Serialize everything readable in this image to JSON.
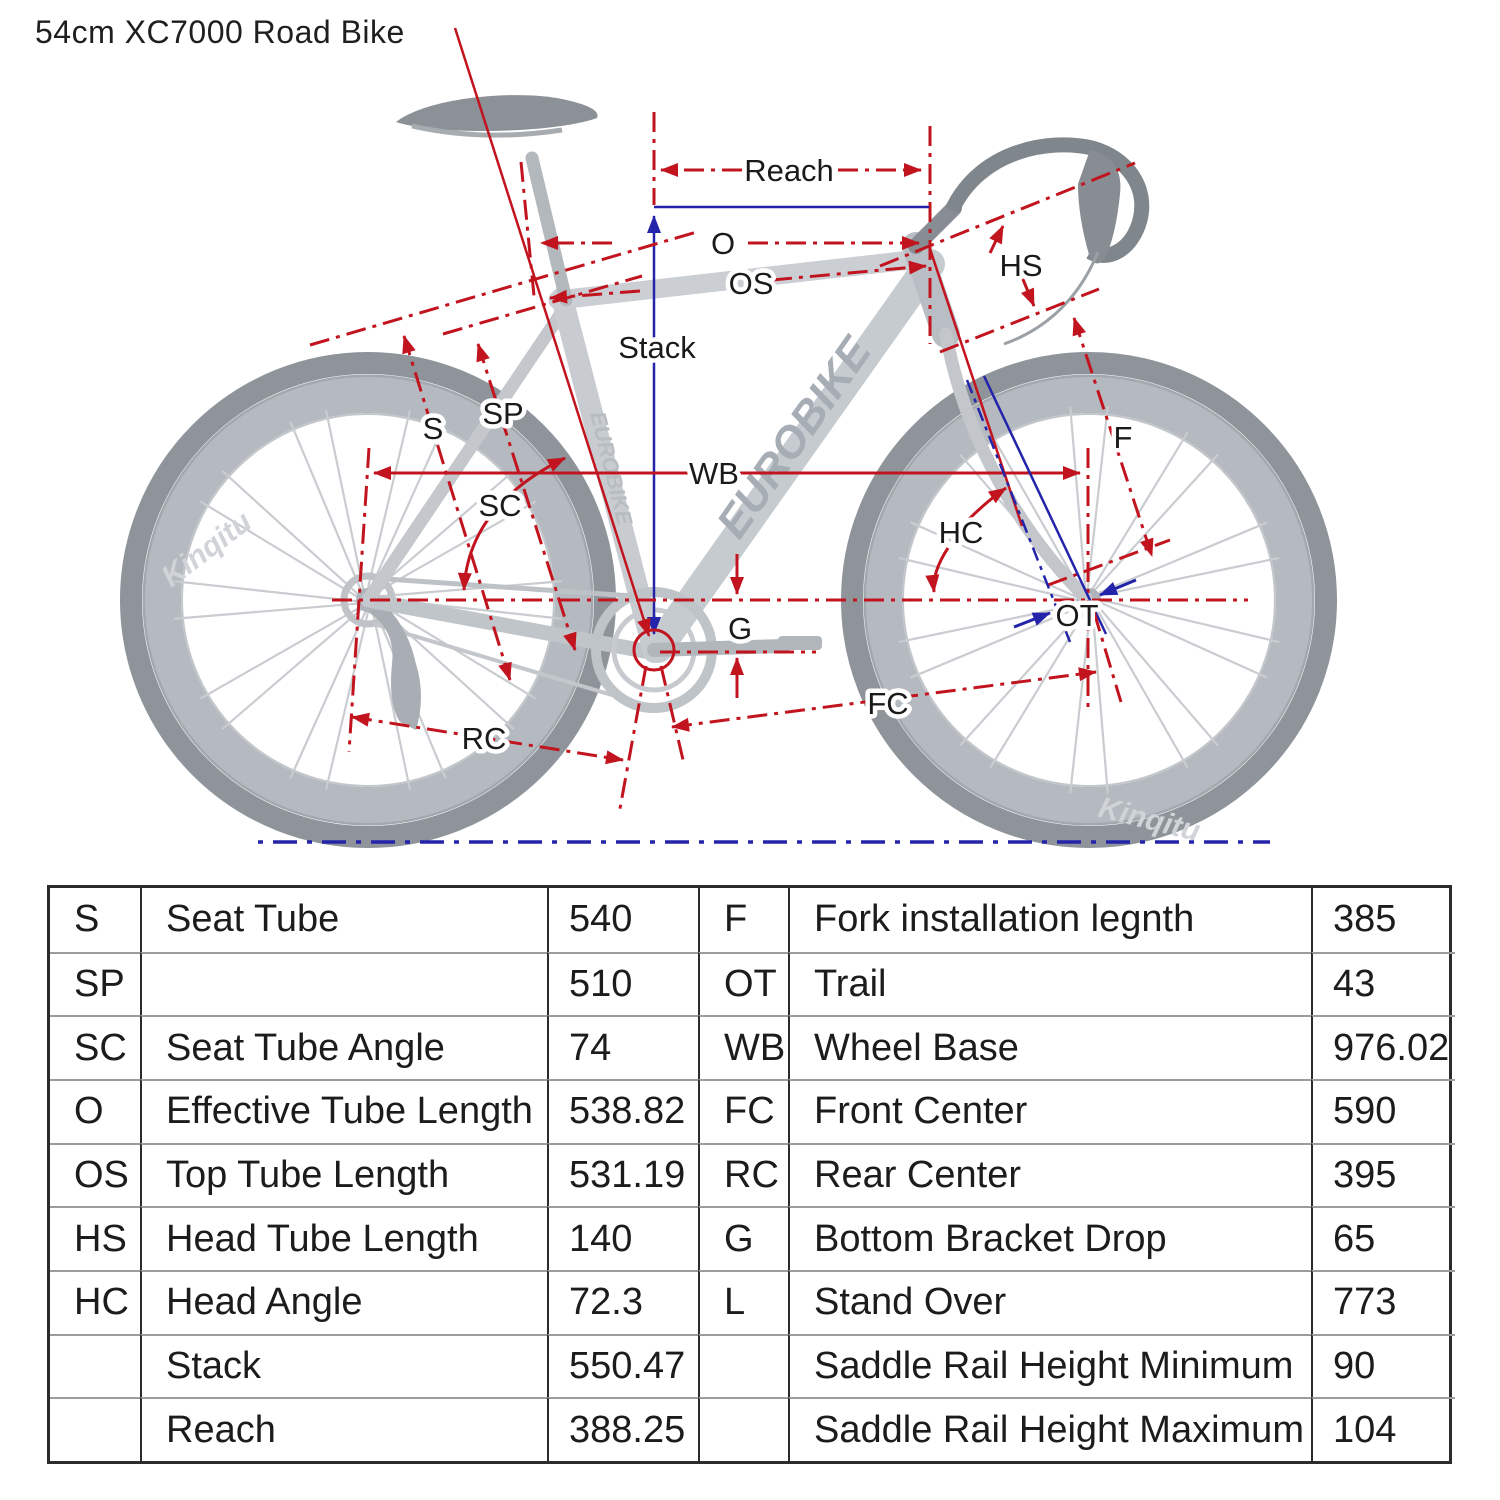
{
  "page": {
    "title": "54cm XC7000 Road Bike"
  },
  "diagram": {
    "frame_brand": "EUROBIKE",
    "rim_brand": "Kinqitu",
    "labels": {
      "reach": "Reach",
      "o": "O",
      "os": "OS",
      "stack": "Stack",
      "s": "S",
      "sp": "SP",
      "sc": "SC",
      "wb": "WB",
      "hs": "HS",
      "hc": "HC",
      "f": "F",
      "g": "G",
      "ot": "OT",
      "fc": "FC",
      "rc": "RC"
    },
    "colors": {
      "measure_red": "#c2141f",
      "measure_blue": "#2424aa",
      "label_text": "#1a1a1a"
    }
  },
  "table": {
    "left_rows": [
      {
        "key": "S",
        "desc": "Seat Tube",
        "value": "540"
      },
      {
        "key": "SP",
        "desc": "",
        "value": "510"
      },
      {
        "key": "SC",
        "desc": "Seat Tube Angle",
        "value": "74"
      },
      {
        "key": "O",
        "desc": "Effective Tube Length",
        "value": "538.82"
      },
      {
        "key": "OS",
        "desc": "Top Tube Length",
        "value": "531.19"
      },
      {
        "key": "HS",
        "desc": "Head Tube Length",
        "value": "140"
      },
      {
        "key": "HC",
        "desc": "Head Angle",
        "value": "72.3"
      },
      {
        "key": "",
        "desc": "Stack",
        "value": "550.47"
      },
      {
        "key": "",
        "desc": "Reach",
        "value": "388.25"
      }
    ],
    "right_rows": [
      {
        "key": "F",
        "desc": "Fork installation legnth",
        "value": "385"
      },
      {
        "key": "OT",
        "desc": "Trail",
        "value": "43"
      },
      {
        "key": "WB",
        "desc": "Wheel Base",
        "value": "976.02"
      },
      {
        "key": "FC",
        "desc": "Front Center",
        "value": "590"
      },
      {
        "key": "RC",
        "desc": "Rear Center",
        "value": "395"
      },
      {
        "key": "G",
        "desc": "Bottom Bracket Drop",
        "value": "65"
      },
      {
        "key": "L",
        "desc": "Stand Over",
        "value": "773"
      },
      {
        "key": "",
        "desc": "Saddle Rail Height Minimum",
        "value": "90"
      },
      {
        "key": "",
        "desc": "Saddle Rail Height Maximum",
        "value": "104"
      }
    ]
  }
}
